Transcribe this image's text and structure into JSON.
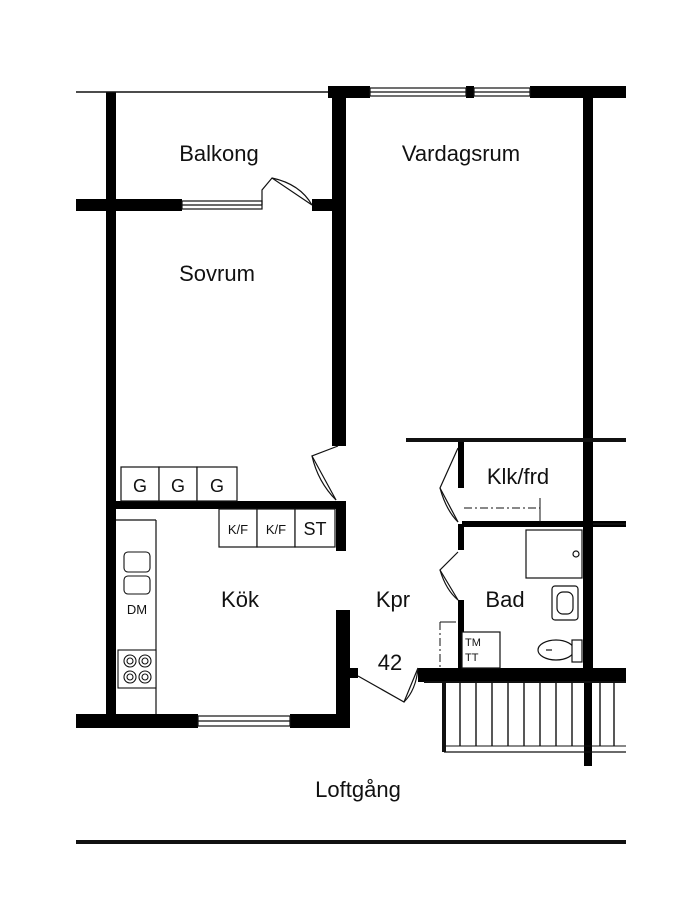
{
  "rooms": {
    "balkong": "Balkong",
    "vardagsrum": "Vardagsrum",
    "sovrum": "Sovrum",
    "klk_frd": "Klk/frd",
    "kok": "Kök",
    "kpr": "Kpr",
    "bad": "Bad",
    "loftgang": "Loftgång"
  },
  "fixtures": {
    "wardrobe": [
      "G",
      "G",
      "G"
    ],
    "fridge_freezer": [
      "K/F",
      "K/F"
    ],
    "storage": "ST",
    "dishwasher": "DM",
    "washer": "TM",
    "dryer": "TT"
  },
  "unit_number": "42",
  "colors": {
    "wall": "#000000",
    "line": "#222222",
    "background": "#ffffff"
  }
}
